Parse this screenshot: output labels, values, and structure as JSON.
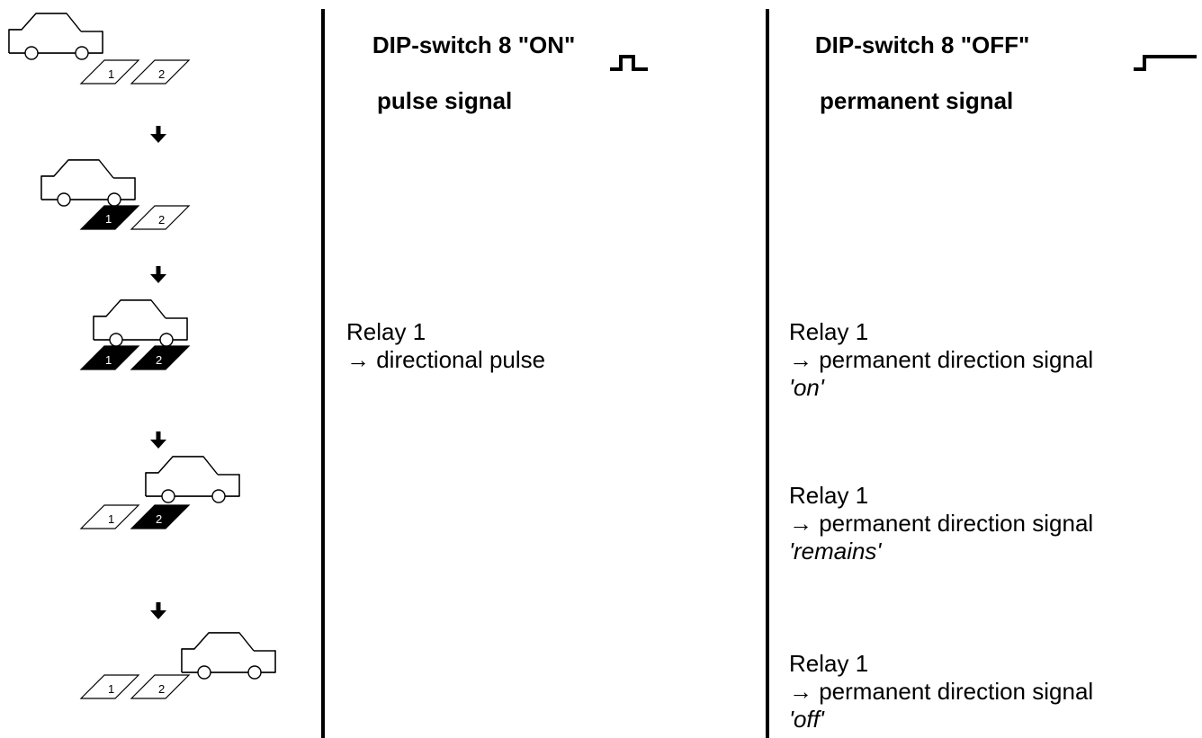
{
  "columns": {
    "on": {
      "title": "DIP-switch 8 \"ON\"",
      "subtitle": "pulse signal",
      "signal_icon": "pulse-signal-icon"
    },
    "off": {
      "title": "DIP-switch 8 \"OFF\"",
      "subtitle": "permanent signal",
      "signal_icon": "step-signal-icon"
    }
  },
  "loops": {
    "left": "1",
    "right": "2"
  },
  "steps": [
    {
      "car": "before-loops",
      "loop1_active": false,
      "loop2_active": false
    },
    {
      "car": "on-loop-1",
      "loop1_active": true,
      "loop2_active": false
    },
    {
      "car": "on-both-loops",
      "loop1_active": true,
      "loop2_active": true
    },
    {
      "car": "on-loop-2",
      "loop1_active": false,
      "loop2_active": true
    },
    {
      "car": "after-loops",
      "loop1_active": false,
      "loop2_active": false
    }
  ],
  "on_notes": {
    "step3": {
      "relay": "Relay 1",
      "action": "→ directional pulse"
    }
  },
  "off_notes": {
    "step3": {
      "relay": "Relay 1",
      "action": "→ permanent direction signal",
      "state": "'on'"
    },
    "step4": {
      "relay": "Relay 1",
      "action": "→ permanent direction signal",
      "state": "'remains'"
    },
    "step5": {
      "relay": "Relay 1",
      "action": "→ permanent direction signal",
      "state": "'off'"
    }
  },
  "colors": {
    "ink": "#000000",
    "background": "#ffffff"
  }
}
